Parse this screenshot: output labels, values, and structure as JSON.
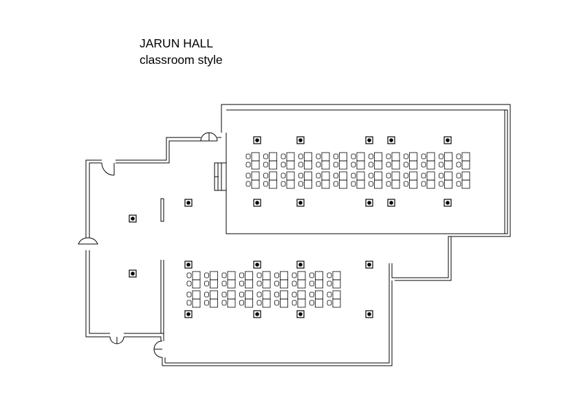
{
  "plan": {
    "title": "JARUN HALL",
    "subtitle": "classroom style"
  },
  "colors": {
    "ink": "#000000",
    "paper": "#ffffff"
  },
  "furniture": {
    "upper_rows": 2,
    "upper_desk_pairs_per_row": 13,
    "lower_rows": 2,
    "lower_desk_pairs_per_row": 9
  }
}
